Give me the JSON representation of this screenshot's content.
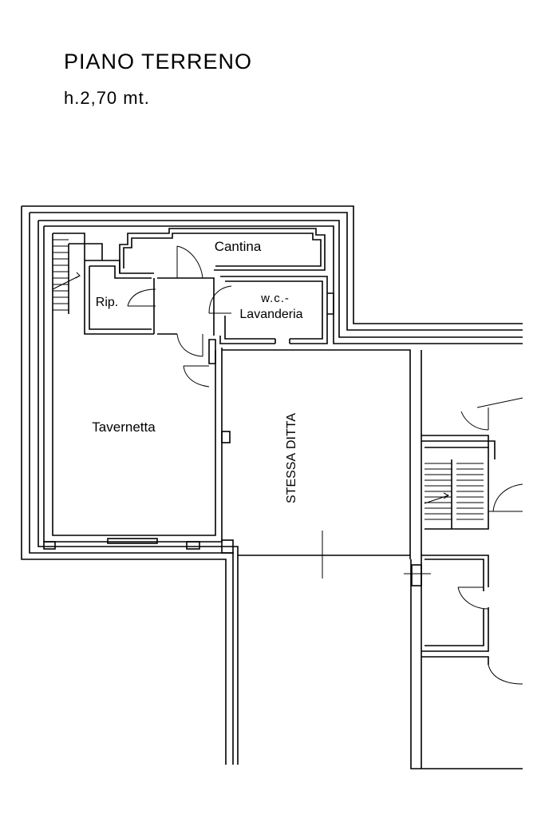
{
  "header": {
    "title": "PIANO TERRENO",
    "height_label": "h.2,70 mt."
  },
  "rooms": {
    "cantina": "Cantina",
    "wc_line1": "w.c.-",
    "wc_line2": "Lavanderia",
    "ripostiglio": "Rip.",
    "tavernetta": "Tavernetta",
    "adjacent_part1": "STESSA",
    "adjacent_part2": "DITTA"
  }
}
